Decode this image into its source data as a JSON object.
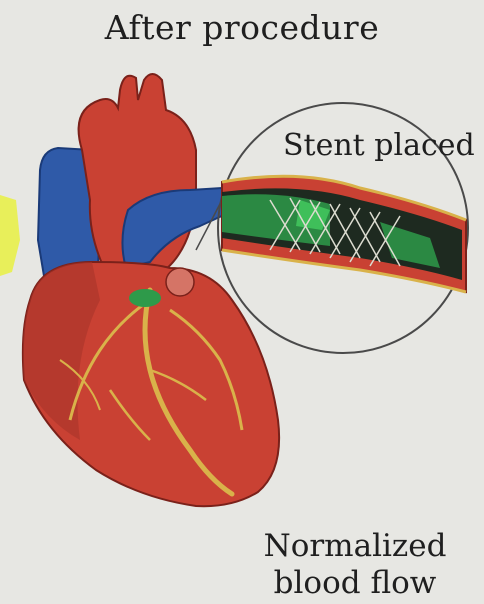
{
  "title": "After procedure",
  "labels": {
    "stent": "Stent placed",
    "flow_line1": "Normalized",
    "flow_line2": "blood flow"
  },
  "colors": {
    "paper": "#e7e7e3",
    "heart_red": "#c94133",
    "heart_dark": "#8e2a22",
    "vein_blue": "#2f5aa8",
    "coronary_yellow": "#d9b24a",
    "stent_green": "#2e9a4a",
    "highlight_yellow": "#e8f04a"
  },
  "icons": {
    "heart": "heart-illustration-icon",
    "magnifier": "magnifier-circle-icon",
    "stent": "stent-mesh-icon"
  }
}
